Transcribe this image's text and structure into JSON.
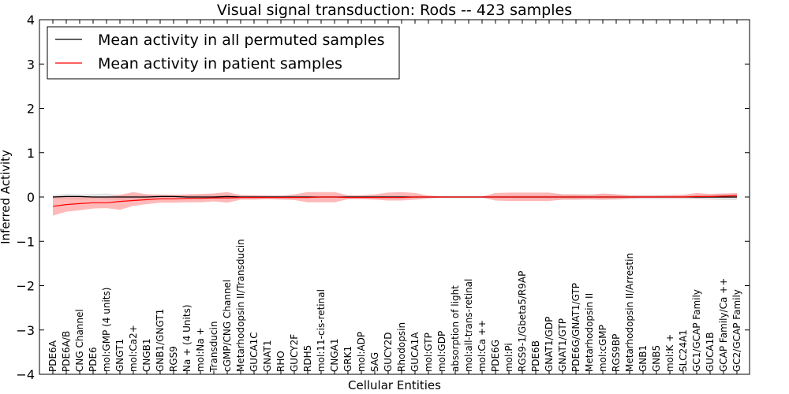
{
  "chart_data": {
    "type": "line",
    "title": "Visual signal transduction: Rods -- 423 samples",
    "xlabel": "Cellular Entities",
    "ylabel": "Inferred Activity",
    "ylim": [
      -4,
      4
    ],
    "yticks": [
      -4,
      -3,
      -2,
      -1,
      0,
      1,
      2,
      3,
      4
    ],
    "grid": false,
    "legend_position": "top-left",
    "categories": [
      "PDE6A",
      "PDE6A/B",
      "CNG Channel",
      "PDE6",
      "mol:GMP (4 units)",
      "GNGT1",
      "mol:Ca2+",
      "CNGB1",
      "GNB1/GNGT1",
      "RGS9",
      "Na + (4 Units)",
      "mol:Na +",
      "Transducin",
      "cGMP/CNG Channel",
      "Metarhodopsin II/Transducin",
      "GUCA1C",
      "GNAT1",
      "RHO",
      "GUCY2F",
      "RDH5",
      "mol:11-cis-retinal",
      "CNGA1",
      "GRK1",
      "mol:ADP",
      "SAG",
      "GUCY2D",
      "Rhodopsin",
      "GUCA1A",
      "mol:GTP",
      "mol:GDP",
      "absorption of light",
      "mol:all-trans-retinal",
      "mol:Ca ++",
      "PDE6G",
      "mol:Pi",
      "RGS9-1/Gbeta5/R9AP",
      "PDE6B",
      "GNAT1/GDP",
      "GNAT1/GTP",
      "PDE6G/GNAT1/GTP",
      "Metarhodopsin II",
      "mol:cGMP",
      "RGS9BP",
      "Metarhodopsin II/Arrestin",
      "GNB1",
      "GNB5",
      "mol:K +",
      "SLC24A1",
      "GC1/GCAP Family",
      "GUCA1B",
      "GCAP Family/Ca ++",
      "GC2/GCAP Family"
    ],
    "series": [
      {
        "name": "Mean activity in all permuted samples",
        "color": "#000000",
        "band_color": "#c0c0c0",
        "values": [
          0.0,
          0.01,
          0.01,
          0.0,
          0.0,
          0.0,
          0.0,
          0.0,
          0.01,
          0.01,
          0.0,
          0.0,
          0.0,
          0.01,
          0.0,
          0.0,
          0.0,
          0.0,
          0.0,
          0.0,
          0.0,
          0.0,
          0.0,
          0.0,
          0.0,
          0.0,
          0.0,
          0.0,
          0.0,
          0.0,
          0.0,
          0.0,
          0.0,
          0.0,
          0.0,
          0.0,
          0.0,
          0.0,
          0.0,
          0.0,
          0.0,
          0.0,
          0.0,
          0.0,
          0.0,
          0.0,
          0.0,
          0.0,
          0.0,
          0.0,
          0.0,
          0.0
        ],
        "band_low": [
          -0.05,
          -0.05,
          -0.06,
          -0.05,
          -0.06,
          -0.07,
          -0.07,
          -0.05,
          -0.05,
          -0.05,
          -0.05,
          -0.05,
          -0.05,
          -0.05,
          -0.04,
          -0.04,
          -0.03,
          -0.03,
          -0.03,
          -0.03,
          -0.03,
          -0.03,
          -0.03,
          -0.03,
          -0.03,
          -0.03,
          -0.03,
          -0.03,
          -0.03,
          -0.03,
          -0.03,
          -0.03,
          -0.03,
          -0.03,
          -0.04,
          -0.05,
          -0.05,
          -0.05,
          -0.06,
          -0.06,
          -0.06,
          -0.06,
          -0.06,
          -0.05,
          -0.05,
          -0.05,
          -0.05,
          -0.05,
          -0.05,
          -0.06,
          -0.07,
          -0.07
        ],
        "band_high": [
          0.05,
          0.07,
          0.06,
          0.07,
          0.08,
          0.05,
          0.05,
          0.06,
          0.06,
          0.05,
          0.05,
          0.05,
          0.06,
          0.06,
          0.05,
          0.04,
          0.04,
          0.03,
          0.03,
          0.03,
          0.03,
          0.03,
          0.03,
          0.03,
          0.03,
          0.03,
          0.03,
          0.03,
          0.03,
          0.03,
          0.03,
          0.03,
          0.03,
          0.03,
          0.04,
          0.05,
          0.05,
          0.05,
          0.06,
          0.06,
          0.06,
          0.06,
          0.06,
          0.05,
          0.05,
          0.05,
          0.05,
          0.05,
          0.05,
          0.06,
          0.07,
          0.07
        ]
      },
      {
        "name": "Mean activity in patient samples",
        "color": "#ff0000",
        "band_color": "#ff8080",
        "values": [
          -0.21,
          -0.17,
          -0.15,
          -0.13,
          -0.13,
          -0.1,
          -0.08,
          -0.06,
          -0.04,
          -0.04,
          -0.03,
          -0.03,
          -0.02,
          -0.02,
          -0.01,
          -0.01,
          -0.01,
          -0.01,
          -0.01,
          -0.01,
          0.0,
          0.0,
          -0.01,
          -0.01,
          -0.01,
          -0.01,
          -0.01,
          0.0,
          0.0,
          0.0,
          0.0,
          0.0,
          0.0,
          0.0,
          0.0,
          0.0,
          0.0,
          0.0,
          0.0,
          0.0,
          0.0,
          0.0,
          0.0,
          0.0,
          0.0,
          0.0,
          0.0,
          0.0,
          0.01,
          0.01,
          0.02,
          0.03
        ],
        "band_low": [
          -0.42,
          -0.33,
          -0.3,
          -0.26,
          -0.25,
          -0.29,
          -0.2,
          -0.16,
          -0.13,
          -0.13,
          -0.12,
          -0.12,
          -0.1,
          -0.13,
          -0.06,
          -0.06,
          -0.05,
          -0.06,
          -0.07,
          -0.12,
          -0.12,
          -0.12,
          -0.05,
          -0.05,
          -0.06,
          -0.08,
          -0.08,
          -0.06,
          -0.03,
          -0.01,
          -0.01,
          -0.01,
          -0.01,
          -0.08,
          -0.09,
          -0.09,
          -0.09,
          -0.09,
          -0.06,
          -0.06,
          -0.05,
          -0.06,
          -0.05,
          -0.03,
          -0.02,
          -0.02,
          -0.02,
          -0.02,
          -0.03,
          -0.02,
          -0.02,
          -0.02
        ],
        "band_high": [
          0.01,
          0.02,
          0.02,
          0.01,
          0.01,
          0.05,
          0.11,
          0.06,
          0.05,
          0.05,
          0.06,
          0.07,
          0.08,
          0.11,
          0.04,
          0.04,
          0.03,
          0.03,
          0.06,
          0.11,
          0.11,
          0.11,
          0.04,
          0.04,
          0.06,
          0.1,
          0.11,
          0.09,
          0.03,
          0.01,
          0.01,
          0.01,
          0.01,
          0.09,
          0.1,
          0.1,
          0.1,
          0.1,
          0.06,
          0.06,
          0.05,
          0.08,
          0.06,
          0.03,
          0.03,
          0.03,
          0.04,
          0.05,
          0.09,
          0.07,
          0.08,
          0.09
        ]
      }
    ]
  }
}
